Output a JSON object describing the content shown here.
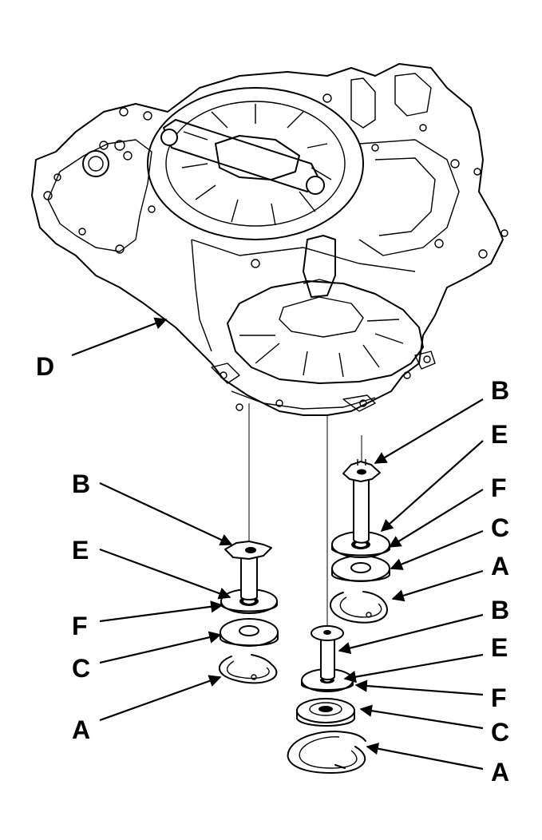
{
  "callouts": [
    {
      "letter": "D"
    },
    {
      "letter": "B"
    },
    {
      "letter": "E"
    },
    {
      "letter": "F"
    },
    {
      "letter": "C"
    },
    {
      "letter": "A"
    },
    {
      "letter": "B"
    },
    {
      "letter": "E"
    },
    {
      "letter": "F"
    },
    {
      "letter": "C"
    },
    {
      "letter": "A"
    },
    {
      "letter": "B"
    },
    {
      "letter": "E"
    },
    {
      "letter": "F"
    },
    {
      "letter": "C"
    },
    {
      "letter": "A"
    }
  ]
}
